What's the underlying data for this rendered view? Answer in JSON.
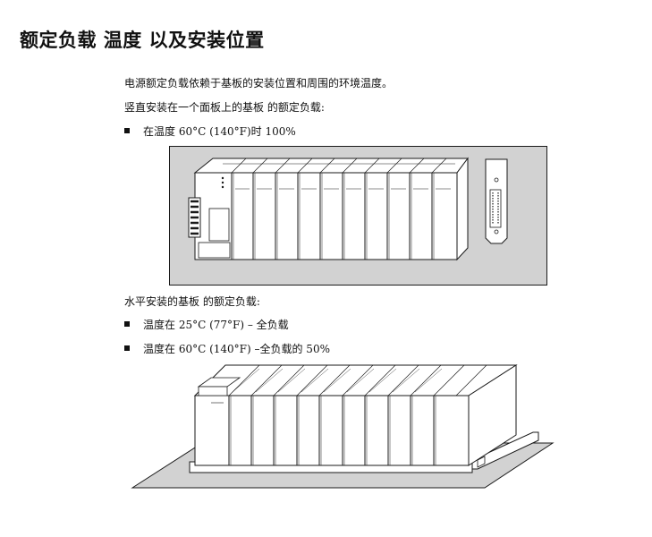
{
  "section": {
    "title": "额定负载 温度 以及安装位置"
  },
  "text": {
    "intro": "电源额定负载依赖于基板的安装位置和周围的环境温度。",
    "vertical_heading": "竖直安装在一个面板上的基板 的额定负载:",
    "vertical_bullet": "在温度 60°C (140°F)时 100%",
    "horizontal_heading": "水平安装的基板 的额定负载:",
    "horizontal_bullet_1": "温度在 25°C (77°F) – 全负载",
    "horizontal_bullet_2": "温度在 60°C (140°F) –全负载的 50%"
  },
  "colors": {
    "panel_fill": "#d2d2d2",
    "line": "#1a1a1a",
    "module_fill": "#ffffff"
  },
  "figures": {
    "vertical": "plc-rack-vertical-mount",
    "horizontal": "plc-rack-horizontal-mount"
  }
}
